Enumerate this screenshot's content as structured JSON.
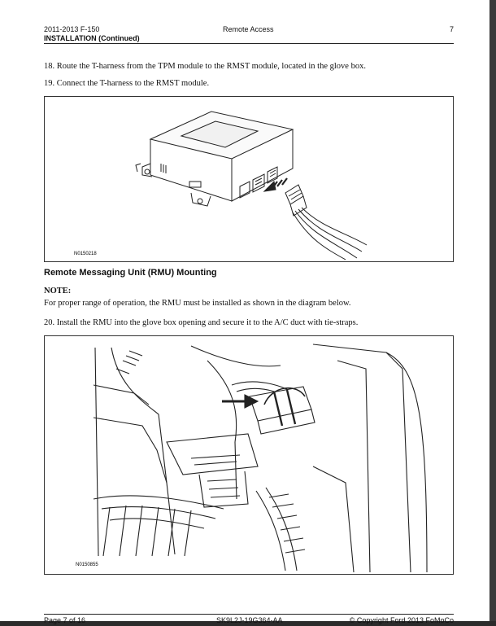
{
  "header": {
    "doc_model": "2011-2013 F-150",
    "doc_title": "Remote Access",
    "page_no": "7",
    "section": "INSTALLATION (Continued)"
  },
  "steps": [
    {
      "text": "18.  Route the T-harness from the TPM module to the RMST module, located in the glove box."
    },
    {
      "text": "19.  Connect the T-harness to the RMST module."
    },
    {
      "text": "20.  Install the RMU into the glove box opening and secure it to the A/C duct with tie-straps."
    }
  ],
  "figures": [
    {
      "id": "N0150218"
    },
    {
      "id": "N0150855"
    }
  ],
  "section_heading": "Remote Messaging Unit (RMU) Mounting",
  "note": {
    "label": "NOTE:",
    "text": "For proper range of operation, the RMU must be installed as shown in the diagram below."
  },
  "footer": {
    "page_of": "Page 7 of 16",
    "doc_code": "SK9L2J-19G364-AA",
    "copyright": "© Copyright Ford 2013 FoMoCo"
  }
}
